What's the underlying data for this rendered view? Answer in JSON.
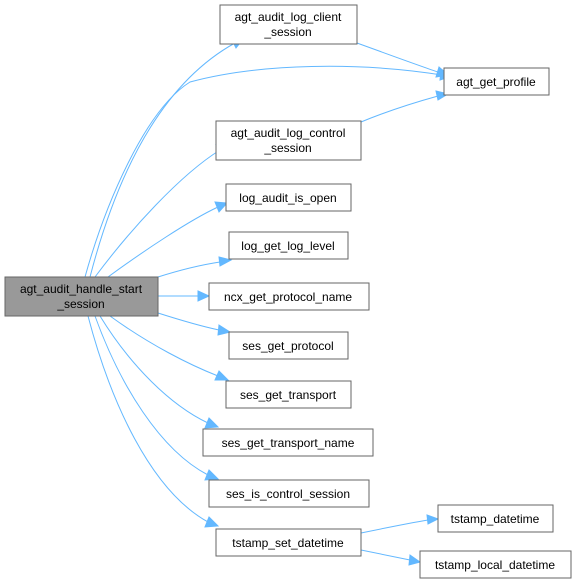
{
  "graph": {
    "root": {
      "line1": "agt_audit_handle_start",
      "line2": "_session"
    },
    "nodes": {
      "agt_audit_log_client_session": {
        "line1": "agt_audit_log_client",
        "line2": "_session"
      },
      "agt_get_profile": {
        "label": "agt_get_profile"
      },
      "agt_audit_log_control_session": {
        "line1": "agt_audit_log_control",
        "line2": "_session"
      },
      "log_audit_is_open": {
        "label": "log_audit_is_open"
      },
      "log_get_log_level": {
        "label": "log_get_log_level"
      },
      "ncx_get_protocol_name": {
        "label": "ncx_get_protocol_name"
      },
      "ses_get_protocol": {
        "label": "ses_get_protocol"
      },
      "ses_get_transport": {
        "label": "ses_get_transport"
      },
      "ses_get_transport_name": {
        "label": "ses_get_transport_name"
      },
      "ses_is_control_session": {
        "label": "ses_is_control_session"
      },
      "tstamp_set_datetime": {
        "label": "tstamp_set_datetime"
      },
      "tstamp_datetime": {
        "label": "tstamp_datetime"
      },
      "tstamp_local_datetime": {
        "label": "tstamp_local_datetime"
      }
    },
    "edges": [
      {
        "from": "agt_audit_handle_start_session",
        "to": "agt_audit_log_client_session"
      },
      {
        "from": "agt_audit_handle_start_session",
        "to": "agt_get_profile"
      },
      {
        "from": "agt_audit_handle_start_session",
        "to": "agt_audit_log_control_session"
      },
      {
        "from": "agt_audit_handle_start_session",
        "to": "log_audit_is_open"
      },
      {
        "from": "agt_audit_handle_start_session",
        "to": "log_get_log_level"
      },
      {
        "from": "agt_audit_handle_start_session",
        "to": "ncx_get_protocol_name"
      },
      {
        "from": "agt_audit_handle_start_session",
        "to": "ses_get_protocol"
      },
      {
        "from": "agt_audit_handle_start_session",
        "to": "ses_get_transport"
      },
      {
        "from": "agt_audit_handle_start_session",
        "to": "ses_get_transport_name"
      },
      {
        "from": "agt_audit_handle_start_session",
        "to": "ses_is_control_session"
      },
      {
        "from": "agt_audit_handle_start_session",
        "to": "tstamp_set_datetime"
      },
      {
        "from": "agt_audit_log_client_session",
        "to": "agt_get_profile"
      },
      {
        "from": "agt_audit_log_control_session",
        "to": "agt_get_profile"
      },
      {
        "from": "tstamp_set_datetime",
        "to": "tstamp_datetime"
      },
      {
        "from": "tstamp_set_datetime",
        "to": "tstamp_local_datetime"
      }
    ],
    "colors": {
      "edge": "#63b8ff",
      "node_border": "#666666",
      "root_fill": "#999999",
      "node_fill": "#ffffff"
    }
  }
}
